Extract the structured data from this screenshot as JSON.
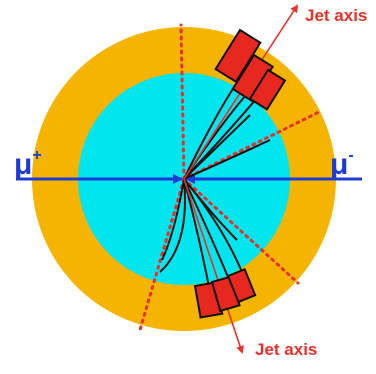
{
  "colors": {
    "outer_ring": "#f5b400",
    "inner_disc": "#00e5ee",
    "beam": "#1f3bd6",
    "jet": "#e8312a",
    "track": "#111111",
    "dotted": "#e8312a",
    "calorimeter_block": "#e8281e"
  },
  "labels": {
    "mu_plus": {
      "base": "μ",
      "sign": "+"
    },
    "mu_minus": {
      "base": "μ",
      "sign": "-"
    },
    "jet_axis_top": "Jet axis",
    "jet_axis_bottom": "Jet axis"
  }
}
